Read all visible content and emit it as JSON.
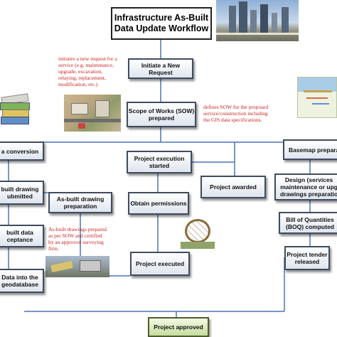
{
  "title": "Infrastructure As-Built\nData Update Workflow",
  "boxes": {
    "initiate": "Initiate a New Request",
    "sow": "Scope of Works (SOW)\nprepared",
    "data_conversion": "a conversion",
    "drawing_submitted": "built drawing\nubmitted",
    "data_acceptance": "built data\nceptance",
    "geodatabase": "Data into the\ngeodatabase",
    "asbuilt_prep": "As-built drawing\npreparation",
    "exec_started": "Project execution\nstarted",
    "permissions": "Obtain permissions",
    "executed": "Project executed",
    "awarded": "Project awarded",
    "basemap": "Basemap prepara",
    "design": "Design (services\nmaintenance or upg\ndrawings preparatio",
    "boq": "Bill of Quantities\n(BOQ) computed",
    "tender": "Project tender\nreleased",
    "approved": "Project approved"
  },
  "notes": {
    "initiate": "initiates a new request for a\nservice (e.g. maintenance,\nupgrade, excavation,\nrelaying, replacement,\nmodification, etc.)",
    "sow": "defines SOW for the proposed\nservice/construction including\nthe GIS data specifications.",
    "asbuilt": "As-built drawings prepared\nas per SOW and certified\nby an approved surveying\nfirm."
  },
  "colors": {
    "box_border": "#3f4c5e",
    "connector": "#4a72b8",
    "note_text": "#cc1f1f",
    "approved_fill": "#c6dc9c"
  }
}
